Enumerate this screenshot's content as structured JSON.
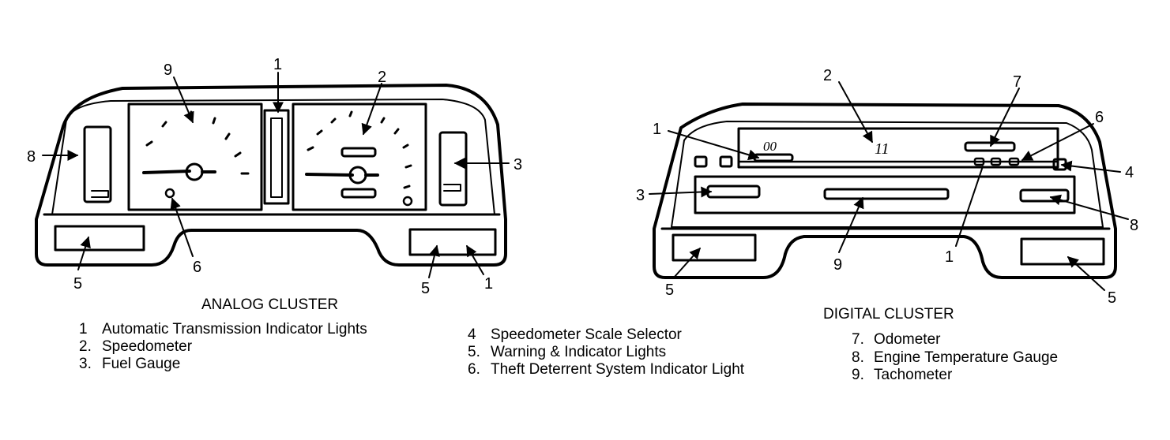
{
  "analog": {
    "caption": "ANALOG CLUSTER",
    "callouts": {
      "c9": "9",
      "c1": "1",
      "c2": "2",
      "c8": "8",
      "c3": "3",
      "c6": "6",
      "c5a": "5",
      "c5b": "5",
      "c1b": "1"
    }
  },
  "digital": {
    "caption": "DIGITAL CLUSTER",
    "callouts": {
      "c2": "2",
      "c7": "7",
      "c1": "1",
      "c6": "6",
      "c3": "3",
      "c4": "4",
      "c8": "8",
      "c9": "9",
      "c1b": "1",
      "c5a": "5",
      "c5b": "5"
    },
    "speed_digits": "00",
    "tach_digits": "11"
  },
  "legend": {
    "col1": [
      {
        "num": "1",
        "text": "Automatic Transmission Indicator Lights"
      },
      {
        "num": "2.",
        "text": "Speedometer"
      },
      {
        "num": "3.",
        "text": "Fuel Gauge"
      }
    ],
    "col2": [
      {
        "num": "4",
        "text": "Speedometer Scale Selector"
      },
      {
        "num": "5.",
        "text": "Warning & Indicator Lights"
      },
      {
        "num": "6.",
        "text": "Theft Deterrent System Indicator Light"
      }
    ],
    "col3": [
      {
        "num": "7.",
        "text": "Odometer"
      },
      {
        "num": "8.",
        "text": "Engine Temperature Gauge"
      },
      {
        "num": "9.",
        "text": "Tachometer"
      }
    ]
  }
}
